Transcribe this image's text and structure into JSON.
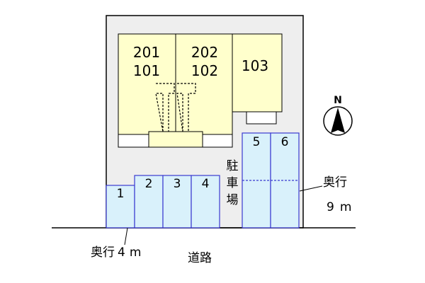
{
  "units": {
    "left_upper": "201",
    "left_lower": "101",
    "mid_upper": "202",
    "mid_lower": "102",
    "right": "103"
  },
  "parking": {
    "label_chars": [
      "駐",
      "車",
      "場"
    ],
    "spaces": [
      "1",
      "2",
      "3",
      "4",
      "5",
      "6"
    ]
  },
  "depth_short": {
    "prefix": "奥行",
    "value": "4",
    "unit": "m"
  },
  "depth_long": {
    "prefix": "奥行",
    "value": "9",
    "unit": "m"
  },
  "road_label": "道路",
  "north_label": "N",
  "colors": {
    "lot": "#eeeeee",
    "building": "#ffffcc",
    "parking": "#d9f1fb",
    "parking_stroke": "#3a3ad0",
    "line": "#000000"
  }
}
